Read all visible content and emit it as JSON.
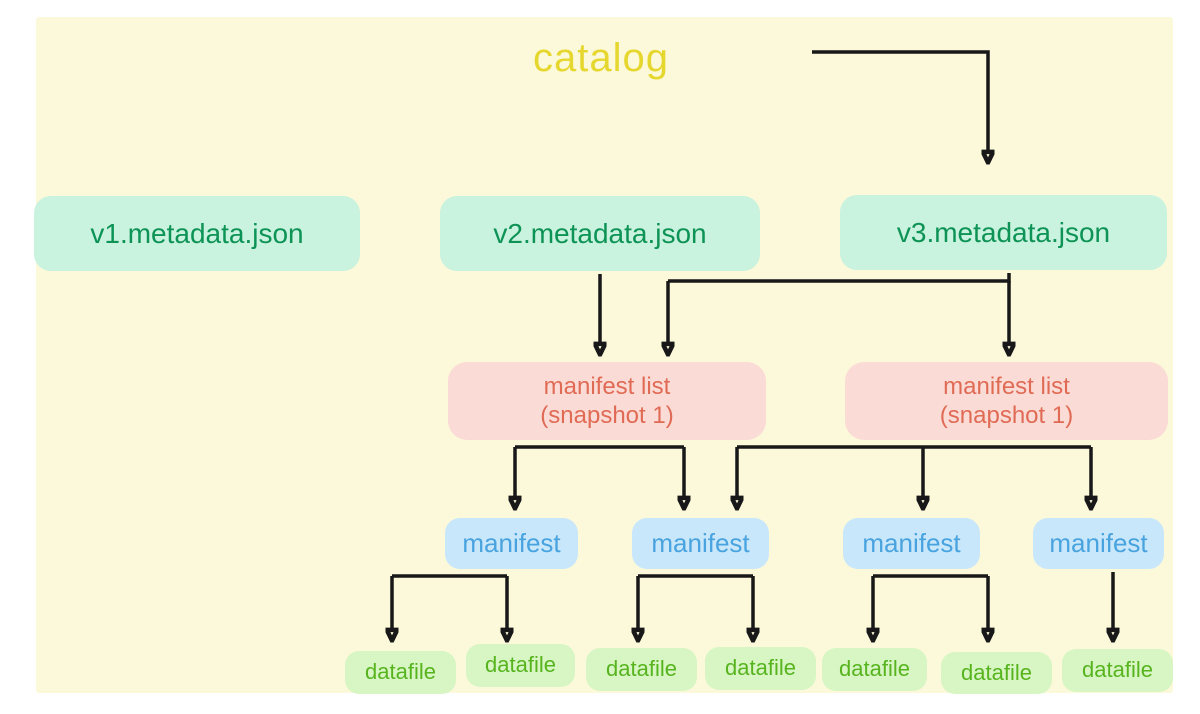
{
  "title": "catalog",
  "colors": {
    "panel_bg": "#FCF9DB",
    "title_text": "#E6D72E",
    "metadata_bg": "#C9F2DF",
    "metadata_text": "#0D9355",
    "manifest_list_bg": "#FBDBD6",
    "manifest_list_text": "#E06B55",
    "manifest_bg": "#C9E7FB",
    "manifest_text": "#48A3DF",
    "datafile_bg": "#D7F6C3",
    "datafile_text": "#57B41F",
    "arrow_color": "#181818"
  },
  "nodes": {
    "metadata": [
      "v1.metadata.json",
      "v2.metadata.json",
      "v3.metadata.json"
    ],
    "manifest_lists": [
      {
        "line1": "manifest list",
        "line2": "(snapshot 1)"
      },
      {
        "line1": "manifest list",
        "line2": "(snapshot 1)"
      }
    ],
    "manifests": [
      "manifest",
      "manifest",
      "manifest",
      "manifest"
    ],
    "datafiles": [
      "datafile",
      "datafile",
      "datafile",
      "datafile",
      "datafile",
      "datafile",
      "datafile"
    ]
  },
  "edges": [
    "catalog -> v3.metadata.json",
    "v2.metadata.json -> manifest list (snapshot 1) [left]",
    "v3.metadata.json -> manifest list (snapshot 1) [left]",
    "v3.metadata.json -> manifest list (snapshot 1) [right]",
    "manifest list [left] -> manifest 1",
    "manifest list [left] -> manifest 2",
    "manifest list [right] -> manifest 2",
    "manifest list [right] -> manifest 3",
    "manifest list [right] -> manifest 4",
    "manifest 1 -> datafile 1",
    "manifest 1 -> datafile 2",
    "manifest 2 -> datafile 3",
    "manifest 2 -> datafile 4",
    "manifest 3 -> datafile 5",
    "manifest 3 -> datafile 6",
    "manifest 4 -> datafile 7"
  ]
}
